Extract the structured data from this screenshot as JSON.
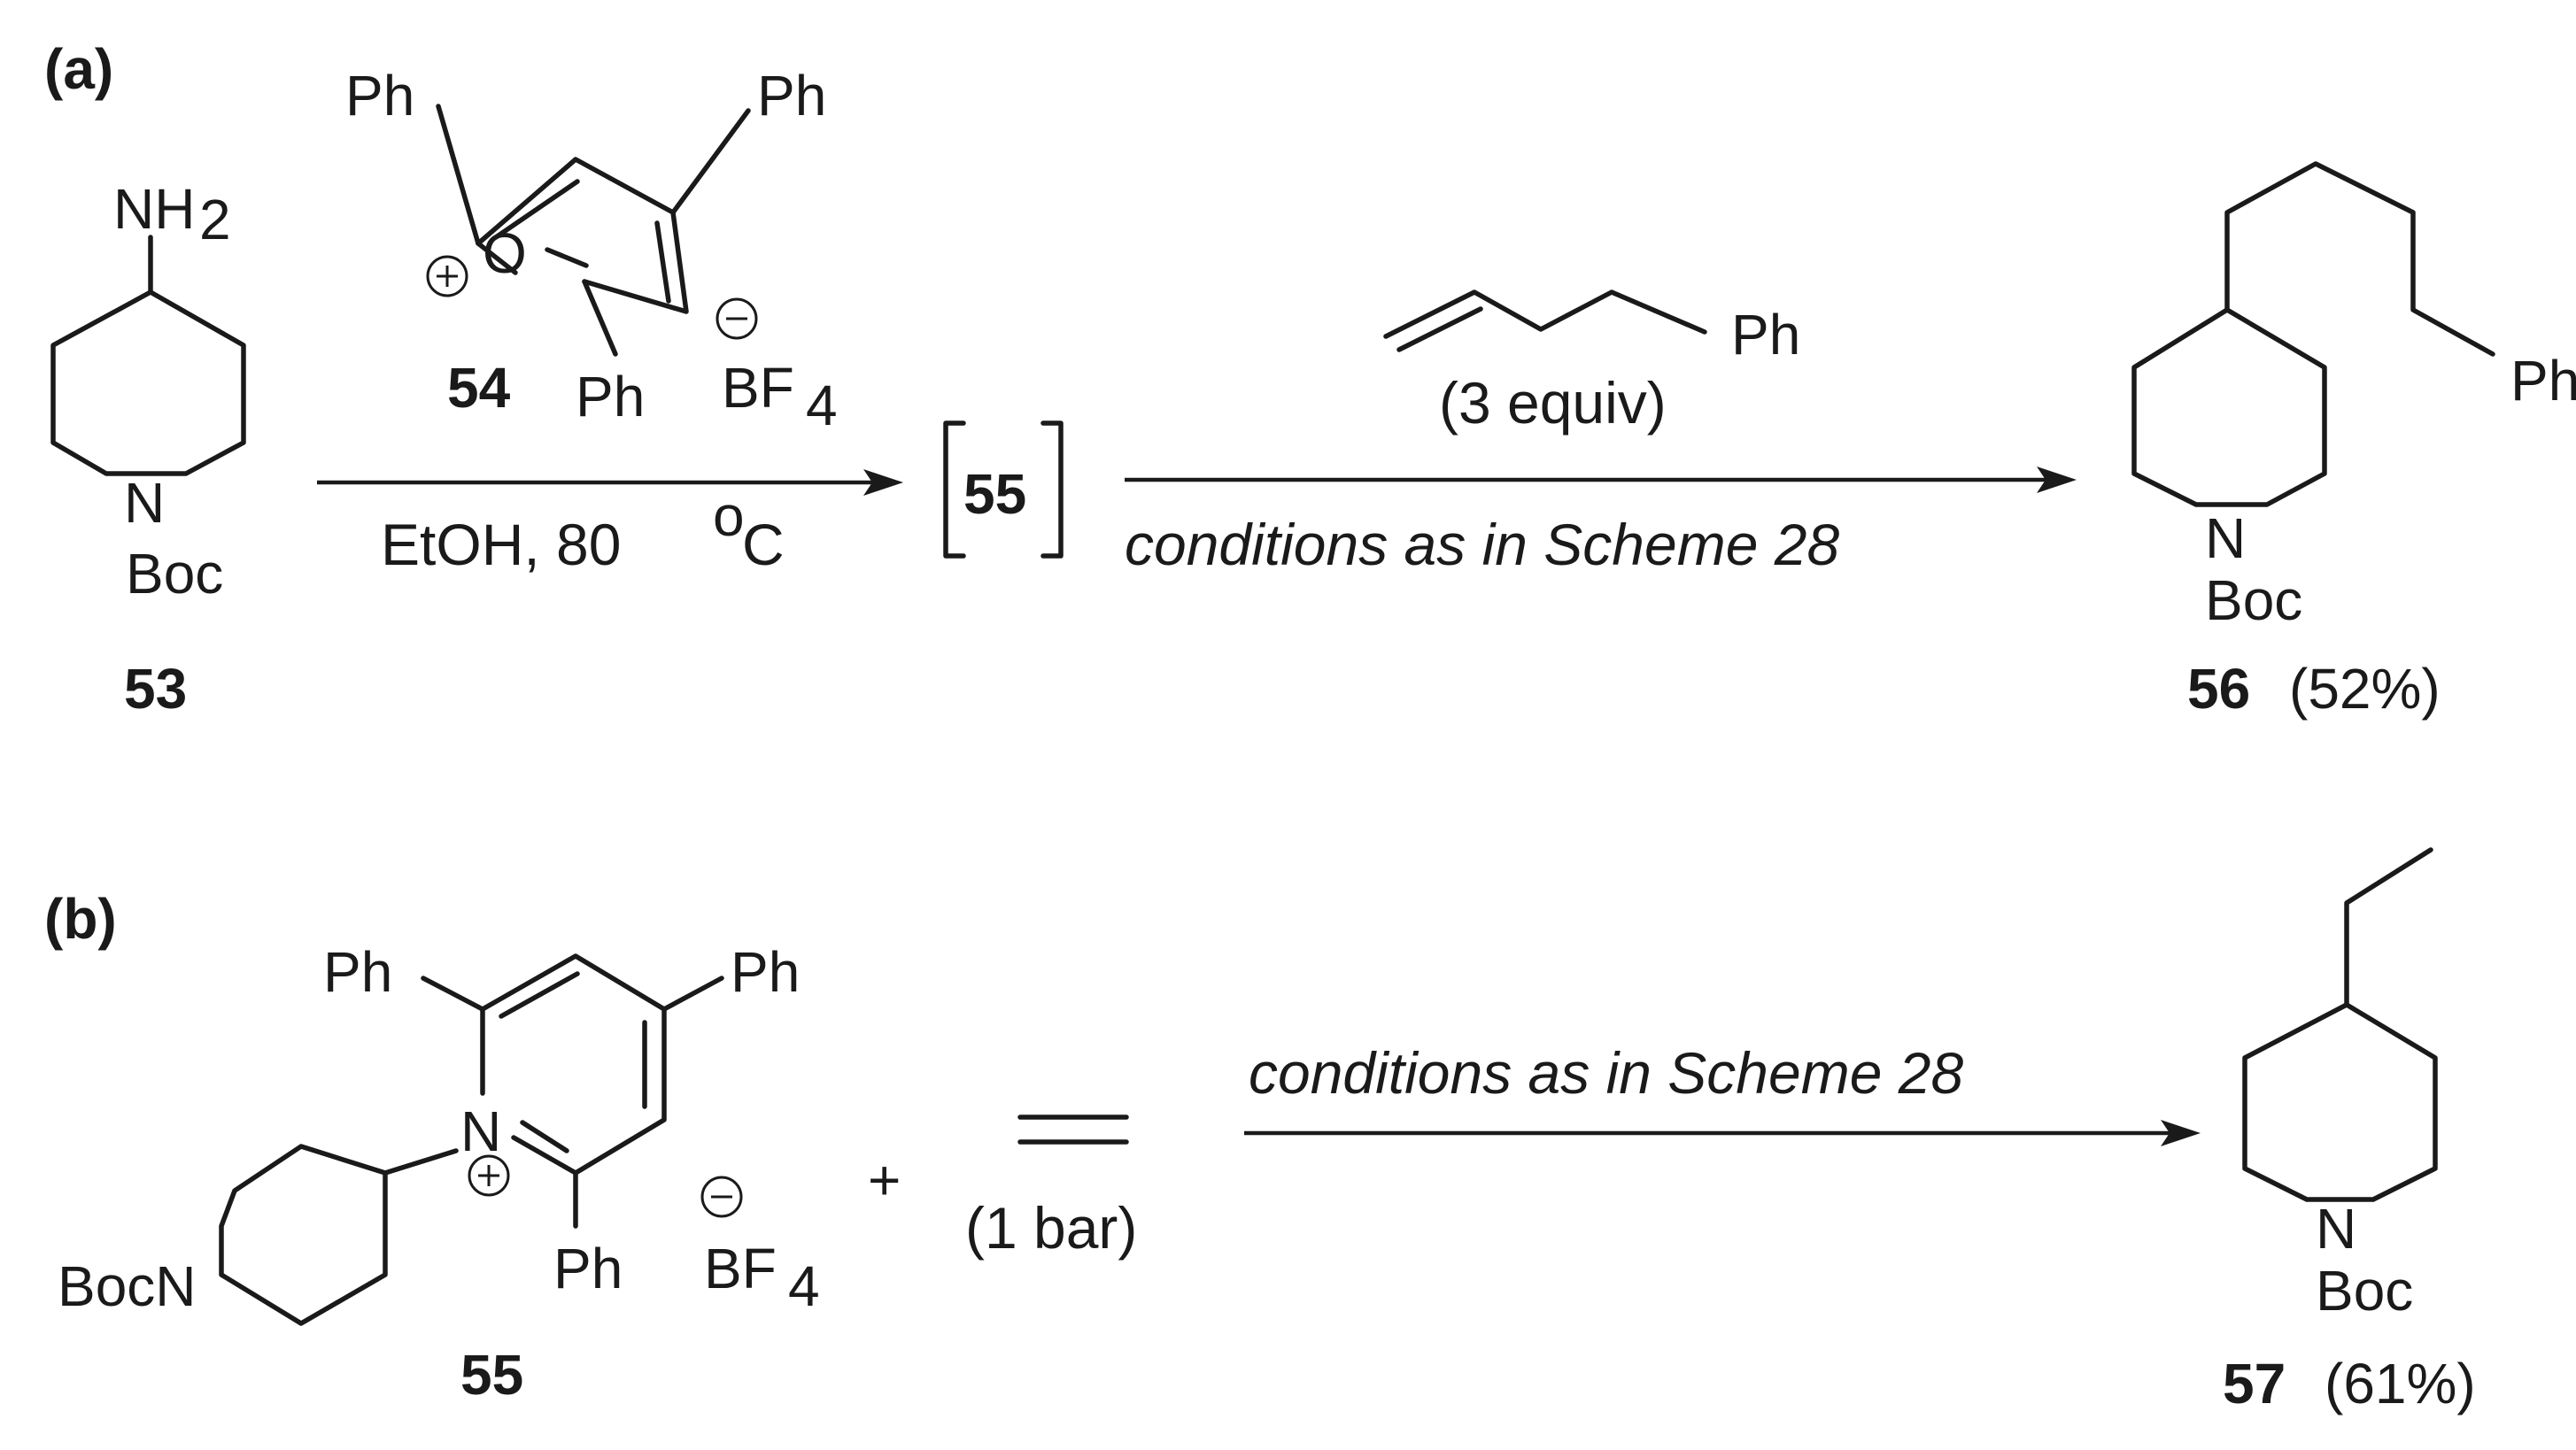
{
  "panel_a": {
    "label": "(a)",
    "compound_53": {
      "amine": "NH",
      "amine_sub": "2",
      "nitrogen": "N",
      "protect": "Boc",
      "number": "53"
    },
    "compound_54": {
      "ph_top_left": "Ph",
      "ph_top_right": "Ph",
      "ph_bottom": "Ph",
      "oxygen": "O",
      "counterion": "BF",
      "counterion_sub": "4",
      "number": "54"
    },
    "arrow1_condition": "EtOH, 80 ",
    "arrow1_deg": "o",
    "arrow1_unit": "C",
    "intermediate": "55",
    "reagent_ph": "Ph",
    "reagent_equiv": "(3 equiv)",
    "arrow2_condition": "conditions as in Scheme 28",
    "compound_56": {
      "ph": "Ph",
      "nitrogen": "N",
      "protect": "Boc",
      "number": "56",
      "yield": "(52%)"
    }
  },
  "panel_b": {
    "label": "(b)",
    "compound_55": {
      "ph_top_left": "Ph",
      "ph_top_right": "Ph",
      "ph_bottom": "Ph",
      "nitrogen": "N",
      "boc_n": "BocN",
      "counterion": "BF",
      "counterion_sub": "4",
      "number": "55"
    },
    "plus": "+",
    "ethylene_pressure": "(1 bar)",
    "arrow_condition": "conditions as in Scheme 28",
    "compound_57": {
      "nitrogen": "N",
      "protect": "Boc",
      "number": "57",
      "yield": "(61%)"
    }
  }
}
